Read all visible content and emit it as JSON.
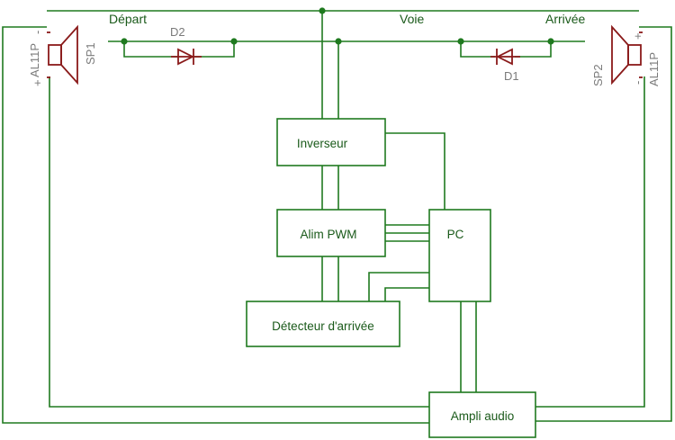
{
  "labels": {
    "depart": "Départ",
    "voie": "Voie",
    "arrivee": "Arrivée",
    "d2": "D2",
    "d1": "D1",
    "sp1": "SP1",
    "sp2": "SP2",
    "al_left": "AL11P",
    "al_right": "AL11P",
    "plus_left": "+",
    "minus_left": "-",
    "plus_right": "+",
    "minus_right": "-"
  },
  "blocks": {
    "inverseur": "Inverseur",
    "alim_pwm": "Alim PWM",
    "pc": "PC",
    "detecteur": "Détecteur d'arrivée",
    "ampli": "Ampli audio"
  },
  "colors": {
    "wire": "#1f7a1f",
    "component": "#8a1a1a",
    "pin_label": "#7a7a7a"
  }
}
